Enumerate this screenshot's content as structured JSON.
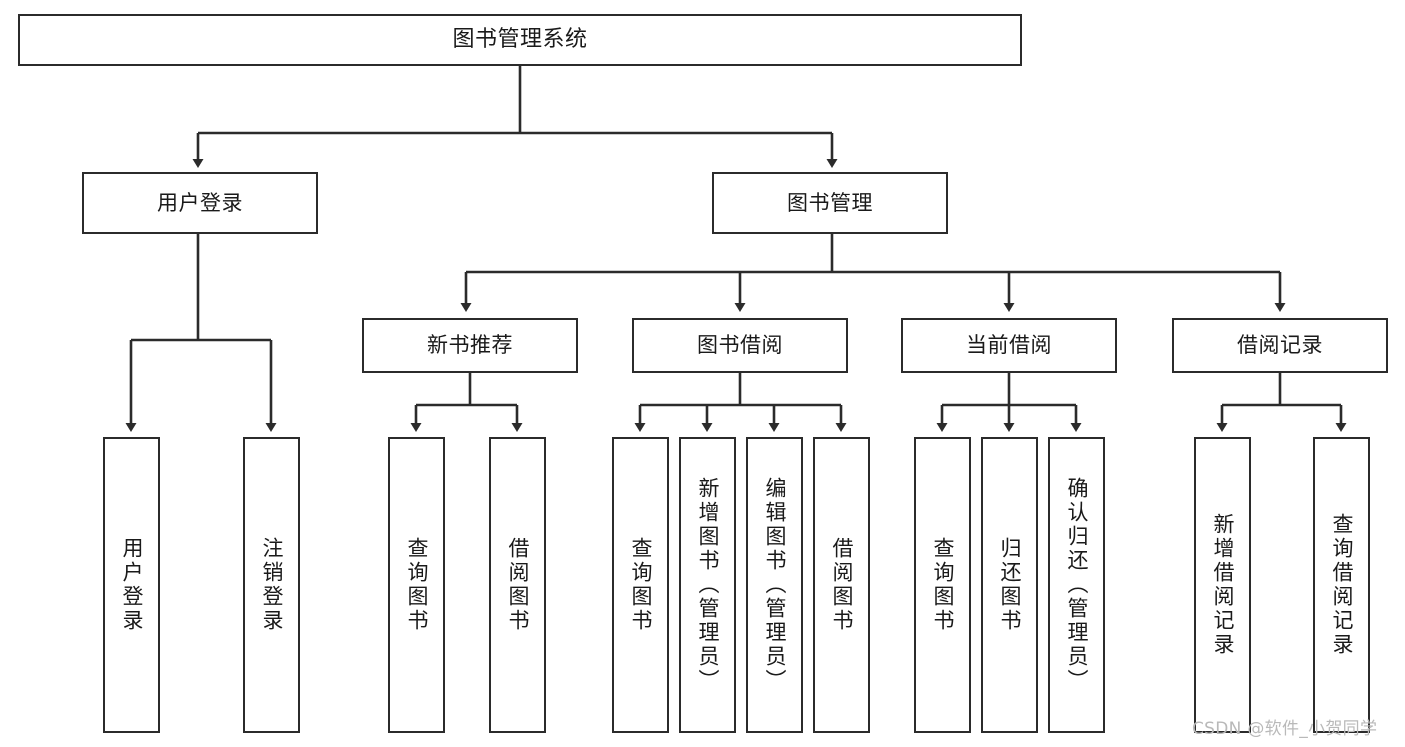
{
  "diagram": {
    "type": "tree-hierarchy",
    "title": "图书管理系统",
    "orientation": "top-down",
    "colors": {
      "stroke": "#2b2b2b",
      "fill": "#ffffff",
      "text": "#1a1a1a",
      "watermark": "#b9b9b9"
    },
    "nodes": {
      "root": {
        "label": "图书管理系统"
      },
      "level2": [
        {
          "id": "user-login",
          "label": "用户登录"
        },
        {
          "id": "book-manage",
          "label": "图书管理"
        }
      ],
      "level3": [
        {
          "id": "new-book-recommend",
          "label": "新书推荐"
        },
        {
          "id": "book-borrow",
          "label": "图书借阅"
        },
        {
          "id": "current-borrow",
          "label": "当前借阅"
        },
        {
          "id": "borrow-record",
          "label": "借阅记录"
        }
      ],
      "leaves": [
        {
          "id": "leaf-user-login",
          "label": "用户登录",
          "parent": "user-login"
        },
        {
          "id": "leaf-logout",
          "label": "注销登录",
          "parent": "user-login"
        },
        {
          "id": "leaf-query-book-1",
          "label": "查询图书",
          "parent": "new-book-recommend"
        },
        {
          "id": "leaf-borrow-book-1",
          "label": "借阅图书",
          "parent": "new-book-recommend"
        },
        {
          "id": "leaf-query-book-2",
          "label": "查询图书",
          "parent": "book-borrow"
        },
        {
          "id": "leaf-add-book",
          "label": "新增图书（管理员）",
          "parent": "book-borrow"
        },
        {
          "id": "leaf-edit-book",
          "label": "编辑图书（管理员）",
          "parent": "book-borrow"
        },
        {
          "id": "leaf-borrow-book-2",
          "label": "借阅图书",
          "parent": "book-borrow"
        },
        {
          "id": "leaf-query-book-3",
          "label": "查询图书",
          "parent": "current-borrow"
        },
        {
          "id": "leaf-return-book",
          "label": "归还图书",
          "parent": "current-borrow"
        },
        {
          "id": "leaf-confirm-return",
          "label": "确认归还（管理员）",
          "parent": "current-borrow"
        },
        {
          "id": "leaf-add-record",
          "label": "新增借阅记录",
          "parent": "borrow-record"
        },
        {
          "id": "leaf-query-record",
          "label": "查询借阅记录",
          "parent": "borrow-record"
        }
      ]
    },
    "watermark": "CSDN @软件_小贺同学"
  }
}
